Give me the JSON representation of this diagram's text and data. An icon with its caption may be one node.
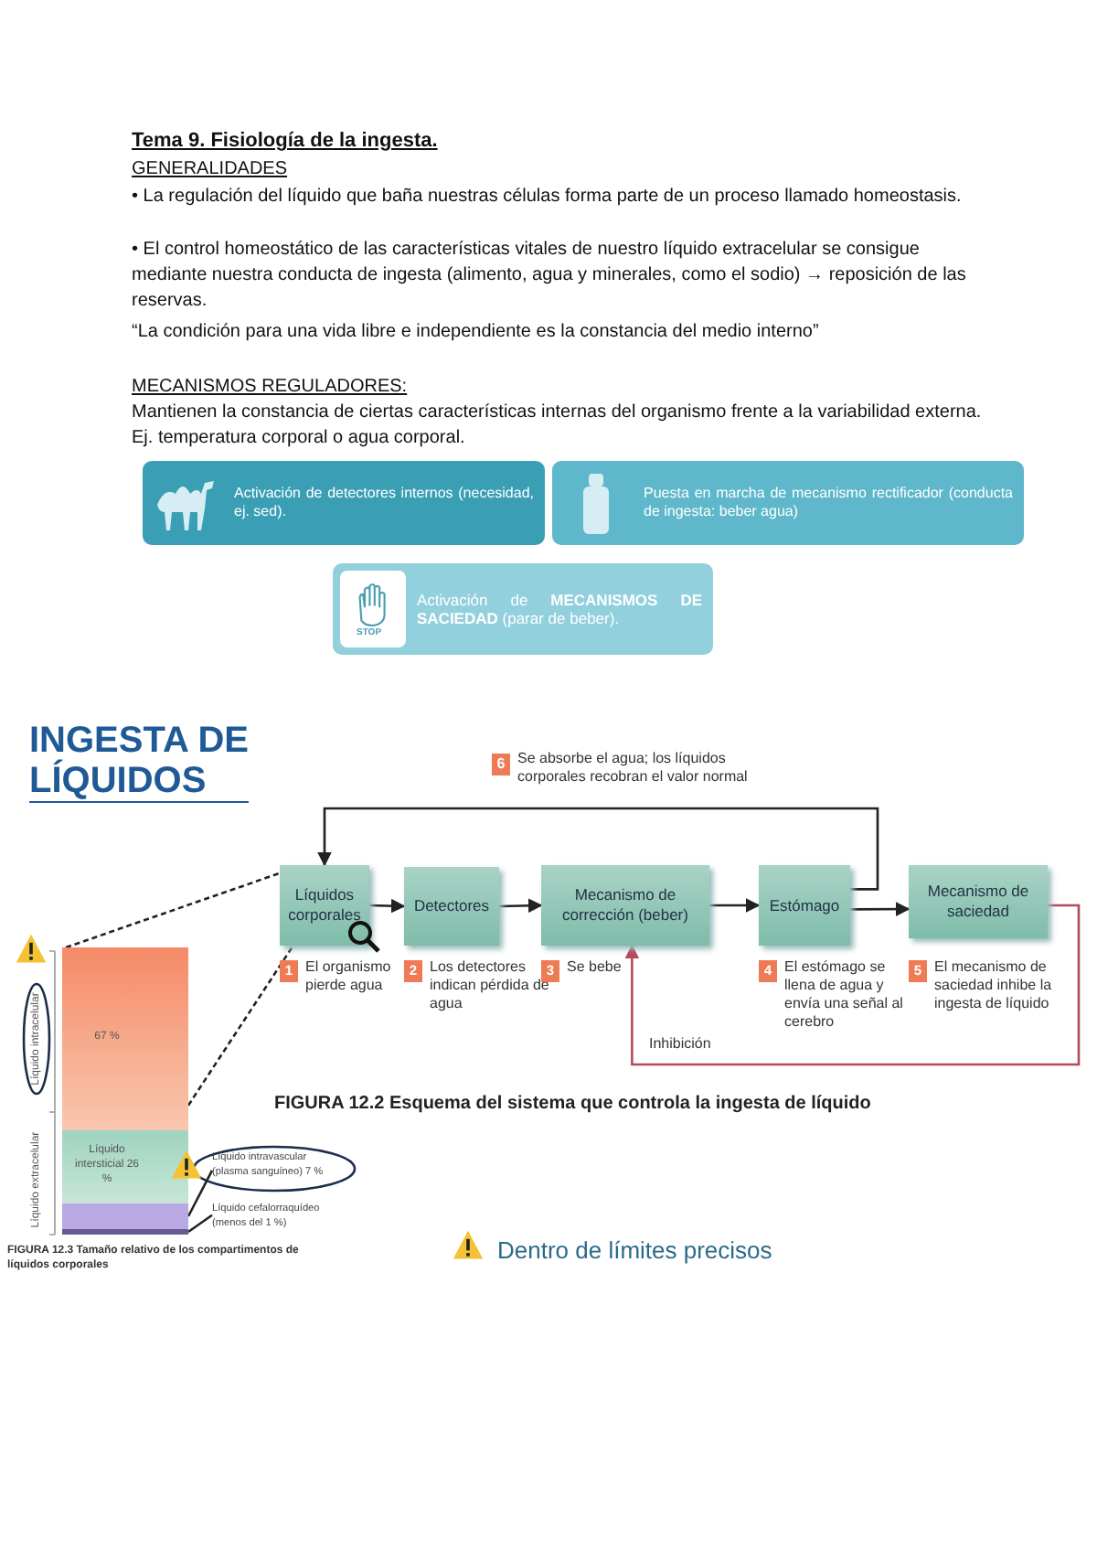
{
  "diagram": {
    "title": "Tema 9. Fisiología de la ingesta.",
    "nodes": [
      {
        "text": [
          "Activación de detectores internos (necesidad, ej. sed)."
        ]
      },
      {
        "text": [
          "Puesta en marcha de mecanismo rectificador (conducta de ingesta: beber agua)"
        ]
      },
      {
        "text": [
          "Activación de **MECANISMOS DE SACIEDAD** (parar de beber)."
        ]
      },
      {
        "text": [
          "Líquidos corporales"
        ],
        "beside": [
          "1",
          "El organismo pierde agua"
        ]
      },
      {
        "text": [
          "Detectores"
        ],
        "beside": [
          "2",
          "Los detectores indican pérdida de agua"
        ]
      },
      {
        "text": [
          "Mecanismo de corrección (beber)"
        ],
        "beside": [
          "3",
          "Se bebe"
        ]
      },
      {
        "text": [
          "Estómago"
        ],
        "beside": [
          "4",
          "El estómago se llena de agua y envía una señal al cerebro"
        ]
      },
      {
        "text": [
          "Mecanismo de saciedad"
        ],
        "beside": [
          "5",
          "El mecanismo de saciedad inhibe la ingesta de líquido"
        ]
      },
      {
        "text": [],
        "shape": "bar"
      },
      {
        "text": [
          "67 %"
        ],
        "in": 8
      },
      {
        "text": [
          "Líquido intersticial 26 %"
        ],
        "in": 8
      },
      {
        "text": [],
        "shape": "bar",
        "in": 8
      },
      {
        "text": [],
        "shape": "bar",
        "in": 8
      },
      {
        "text": [
          "Líquido intravascular (plasma sanguíneo) 7 %"
        ]
      },
      {
        "text": [
          "Líquido cefalorraquídeo (menos del 1 %)"
        ]
      }
    ],
    "edges": [
      {
        "from": 3,
        "to": 4,
        "arrow": "to"
      },
      {
        "from": 4,
        "to": 5,
        "arrow": "to"
      },
      {
        "from": 5,
        "to": 6,
        "arrow": "to"
      },
      {
        "from": 6,
        "to": 7,
        "arrow": "to"
      },
      {
        "from": 6,
        "to": 3,
        "arrow": "to",
        "label": "Se absorbe el agua; los líquidos corporales recobran el valor normal"
      },
      {
        "from": 7,
        "to": 5,
        "arrow": "to",
        "label": "Inhibición",
        "color": "#b5485d"
      },
      {
        "from": 8,
        "to": 3,
        "arrow": "none",
        "style": "dashed"
      },
      {
        "from": 8,
        "to": 3,
        "arrow": "none",
        "style": "dashed"
      },
      {
        "from": 13,
        "to": 11,
        "arrow": "none"
      },
      {
        "from": 14,
        "to": 12,
        "arrow": "none"
      }
    ],
    "labels": [
      "GENERALIDADES",
      "• La regulación del líquido que baña nuestras células forma parte de un proceso llamado homeostasis.",
      "• El control homeostático de las características vitales de nuestro líquido extracelular se consigue mediante nuestra conducta de ingesta (alimento, agua y minerales, como el sodio) → reposición de las reservas.",
      "“La condición para una vida libre e independiente es la constancia del medio interno”",
      "MECANISMOS REGULADORES:",
      "Mantienen la constancia de ciertas características internas del organismo frente a la variabilidad externa. Ej. temperatura corporal o agua corporal.",
      "STOP",
      "INGESTA DE LÍQUIDOS",
      "6",
      "FIGURA 12.2 Esquema del sistema que controla la ingesta de líquido",
      "Líquido intracelular",
      "Líquido extracelular",
      "FIGURA 12.3 Tamaño relativo de los compartimentos de líquidos corporales",
      "Dentro de límites precisos"
    ]
  }
}
